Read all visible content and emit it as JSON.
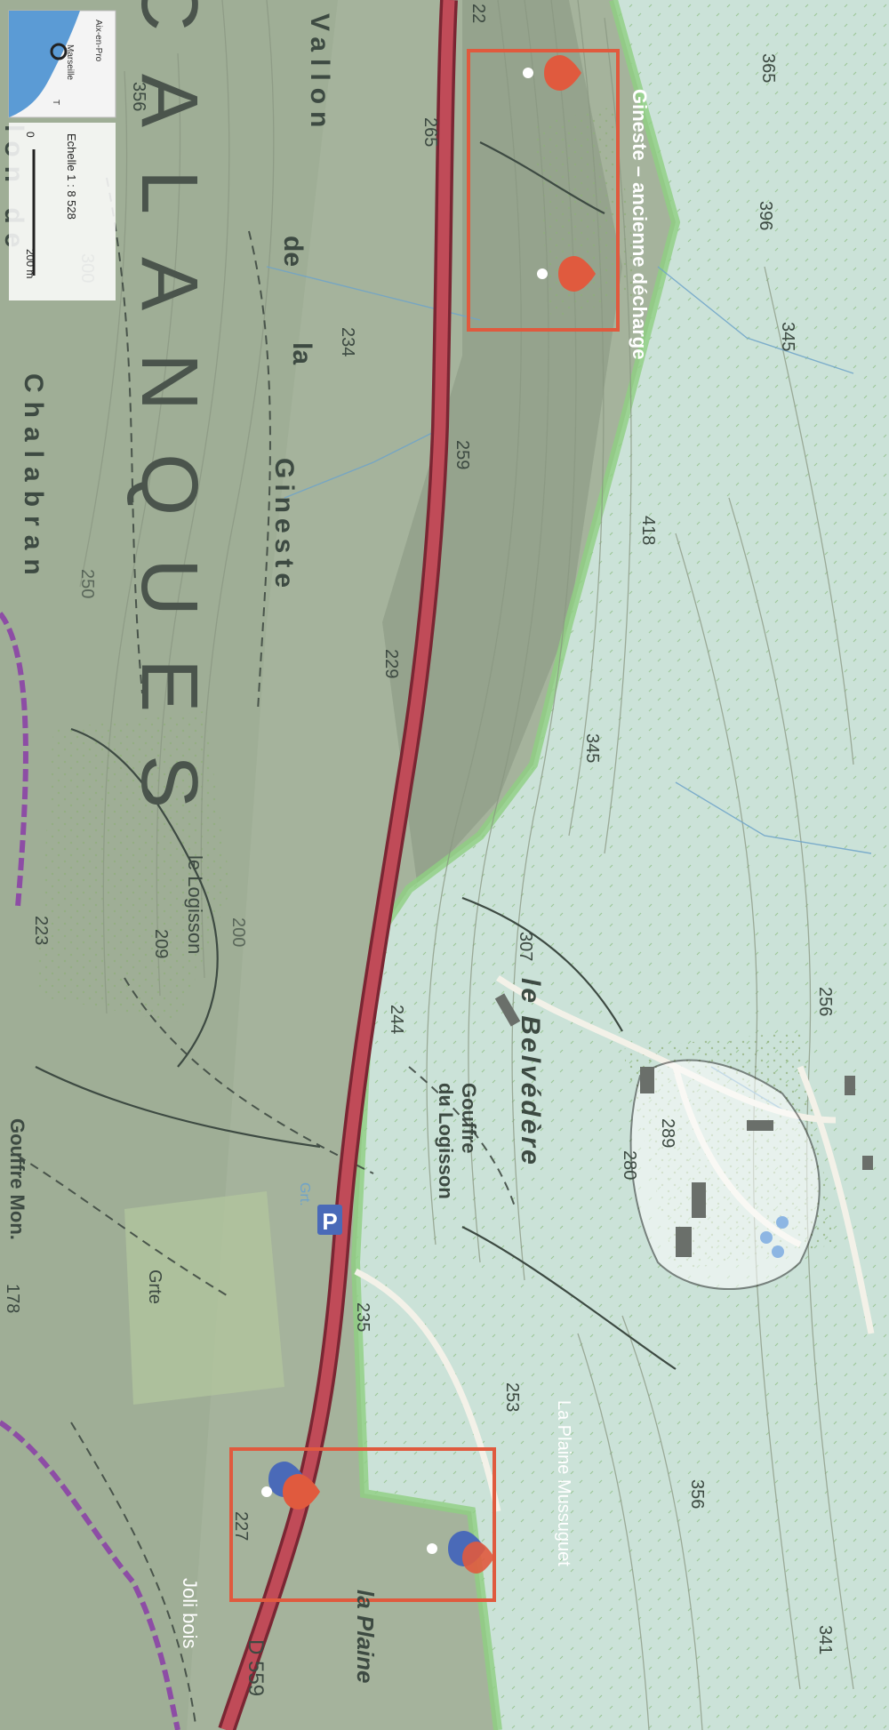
{
  "map": {
    "scale_widget": {
      "scale_text": "Echelle 1 : 8 528",
      "distance_label": "200 m",
      "zero_label": "0"
    },
    "inset_map": {
      "city_1": "Aix-en-Pro",
      "city_2": "Marseille",
      "city_3": "T"
    },
    "labels": {
      "region_name": "CALANQUES",
      "vallon": "Vallon",
      "de": "de",
      "la": "la",
      "gineste": "Gineste",
      "chalabran": "Chalabran",
      "le_logisson": "le Logisson",
      "gouffre_du": "Gouffre",
      "du_logisson": "du Logisson",
      "le_belvedere": "le Belvédère",
      "gouffre_mon": "Gouffre Mon.",
      "grte": "Grte",
      "grt": "Grt.",
      "la_plaine_mussuguet": "La Plaine Mussuguet",
      "la_plaine": "la Plaine",
      "joli_bois": "Joli bois",
      "road_d559": "D 559",
      "lon_de": "lon de"
    },
    "annotation": "Gineste – ancienne décharge",
    "parking_symbol": "P",
    "elevations": [
      "356",
      "265",
      "234",
      "259",
      "229",
      "223",
      "209",
      "244",
      "235",
      "253",
      "365",
      "396",
      "345",
      "418",
      "345",
      "307",
      "289",
      "280",
      "256",
      "356",
      "341",
      "300",
      "250",
      "200",
      "22",
      "227",
      "178"
    ]
  },
  "colors": {
    "forest_green": "#b9cfa9",
    "light_meadow": "#d4e8e0",
    "shadow_gray": "#9ba893",
    "road_red": "#b8434f",
    "highlight_box": "#e05a3e",
    "marker_red": "#e05a3e",
    "marker_blue": "#4a6ab8",
    "boundary_purple": "#8a3ca8",
    "label_white": "#ffffff",
    "text_dark": "#3d4a42"
  }
}
